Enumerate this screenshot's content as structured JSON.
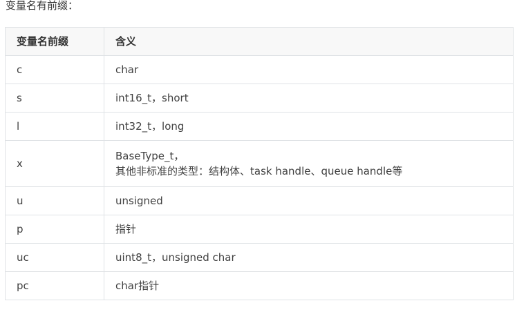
{
  "intro_text": "变量名有前缀：",
  "table": {
    "headers": [
      "变量名前缀",
      "含义"
    ],
    "rows": [
      {
        "prefix": "c",
        "meaning_lines": [
          "char"
        ]
      },
      {
        "prefix": "s",
        "meaning_lines": [
          "int16_t，short"
        ]
      },
      {
        "prefix": "l",
        "meaning_lines": [
          "int32_t，long"
        ]
      },
      {
        "prefix": "x",
        "meaning_lines": [
          "BaseType_t，",
          "其他非标准的类型：结构体、task handle、queue handle等"
        ]
      },
      {
        "prefix": "u",
        "meaning_lines": [
          "unsigned"
        ]
      },
      {
        "prefix": "p",
        "meaning_lines": [
          "指针"
        ]
      },
      {
        "prefix": "uc",
        "meaning_lines": [
          "uint8_t，unsigned char"
        ]
      },
      {
        "prefix": "pc",
        "meaning_lines": [
          "char指针"
        ]
      }
    ]
  }
}
